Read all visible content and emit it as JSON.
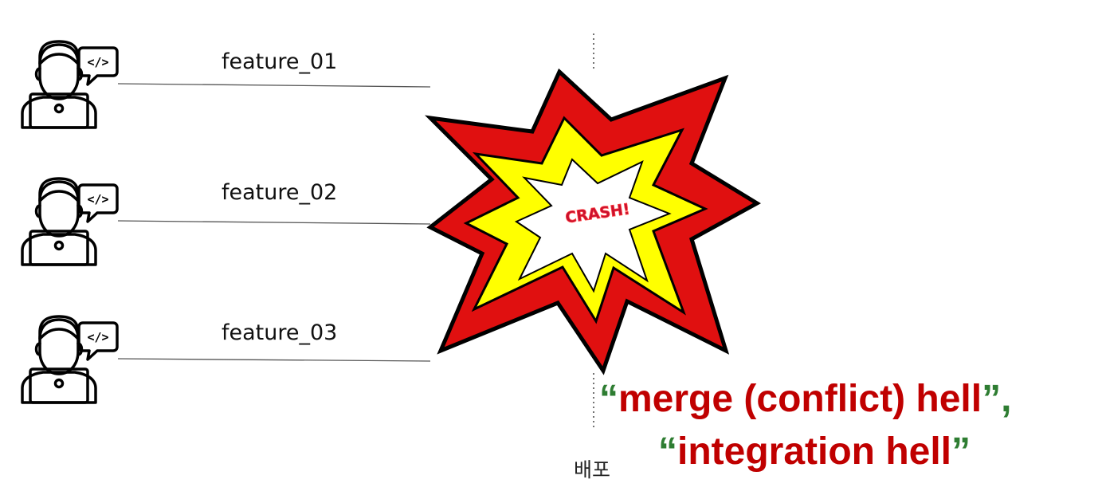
{
  "branches": [
    {
      "name": "feature_01"
    },
    {
      "name": "feature_02"
    },
    {
      "name": "feature_03"
    }
  ],
  "code_badge": "</>",
  "crash_label": "CRASH!",
  "deploy_label": "배포",
  "hell_lines": {
    "line1_quote_open": "“",
    "line1_text": "merge (conflict) hell",
    "line1_quote_close": "”,",
    "line2_quote_open": "“",
    "line2_text": "integration hell",
    "line2_quote_close": "”"
  },
  "colors": {
    "accent_red": "#c00000",
    "burst_red": "#e01010",
    "burst_yellow": "#ffff00",
    "quote_green": "#2e7d32"
  },
  "icons": [
    "developer-laptop-icon",
    "code-speech-bubble-icon",
    "explosion-burst-icon"
  ]
}
